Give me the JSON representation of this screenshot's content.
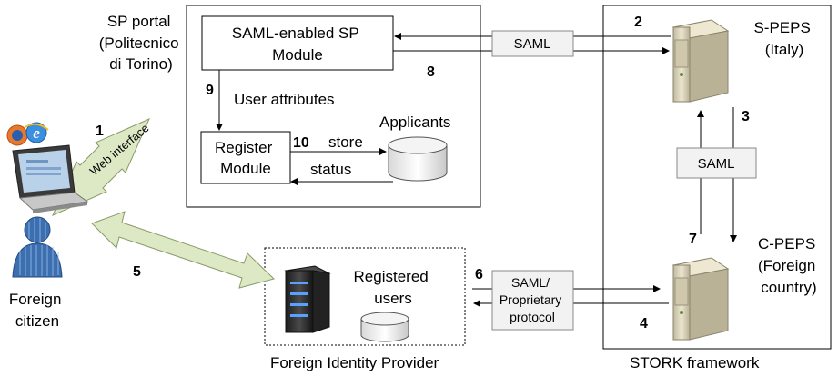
{
  "sp_portal": {
    "title_lines": [
      "SP portal",
      "(Politecnico",
      "di Torino)"
    ],
    "saml_module_lines": [
      "SAML-enabled SP",
      "Module"
    ],
    "register_module_lines": [
      "Register",
      "Module"
    ],
    "user_attributes": "User attributes",
    "store": "store",
    "status": "status",
    "applicants_db": "Applicants"
  },
  "web_interface": "Web interface",
  "steps": [
    "1",
    "2",
    "3",
    "4",
    "5",
    "6",
    "7",
    "8",
    "9",
    "10"
  ],
  "saml_label": "SAML",
  "saml_proprietary_lines": [
    "SAML/",
    "Proprietary",
    "protocol"
  ],
  "s_peps_lines": [
    "S-PEPS",
    "(Italy)"
  ],
  "c_peps_lines": [
    "C-PEPS",
    "(Foreign",
    "country)"
  ],
  "idp": {
    "registered_users_lines": [
      "Registered",
      "users"
    ],
    "caption": "Foreign Identity Provider"
  },
  "stork_caption": "STORK framework",
  "citizen_lines": [
    "Foreign",
    "citizen"
  ],
  "colors": {
    "double_arrow_fill": "#dce9c4",
    "double_arrow_stroke": "#8a9a6a",
    "saml_box_fill": "#f2f2f2",
    "server_beige": "#d9d3bd",
    "person_blue": "#3b6fb0"
  }
}
